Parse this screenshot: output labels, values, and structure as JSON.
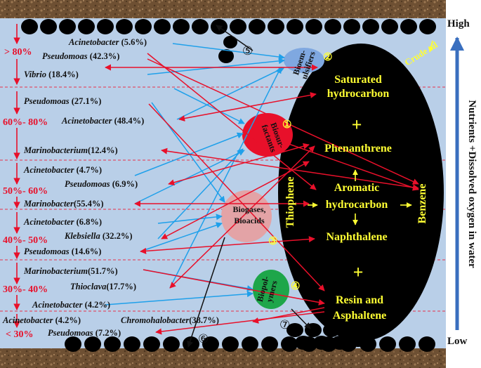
{
  "scale": {
    "high": "High",
    "low": "Low",
    "axis_label": "Nutrients +Dissolved oxygen in water"
  },
  "bands": [
    {
      "label": "> 80%"
    },
    {
      "label": "60%- 80%"
    },
    {
      "label": "50%- 60%"
    },
    {
      "label": "40%- 50%"
    },
    {
      "label": "30%- 40%"
    },
    {
      "label": "< 30%"
    }
  ],
  "organisms": [
    {
      "genus": "Acinetobacter",
      "pct": "(5.6%)"
    },
    {
      "genus": "Pseudomoas",
      "pct": "(42.3%)"
    },
    {
      "genus": "Vibrio",
      "pct": "(18.4%)"
    },
    {
      "genus": "Pseudomoas",
      "pct": "(27.1%)"
    },
    {
      "genus": "Acinetobacter",
      "pct": "(48.4%)"
    },
    {
      "genus": "Marinobacterium",
      "pct": "(12.4%)"
    },
    {
      "genus": "Acinetobacter",
      "pct": "(4.7%)"
    },
    {
      "genus": "Pseudomoas",
      "pct": "(6.9%)"
    },
    {
      "genus": "Marinobacter",
      "pct": "(55.4%)"
    },
    {
      "genus": "Acinetobacter",
      "pct": "(6.8%)"
    },
    {
      "genus": "Klebsiella",
      "pct": "(32.2%)"
    },
    {
      "genus": "Pseudomoas",
      "pct": "(14.6%)"
    },
    {
      "genus": "Marinobacterium",
      "pct": "(51.7%)"
    },
    {
      "genus": "Thioclava",
      "pct": "(17.7%)"
    },
    {
      "genus": "Acinetobacter",
      "pct": "(4.2%)"
    },
    {
      "genus": "Acinetobacter",
      "pct": "(4.2%)"
    },
    {
      "genus": "Chromohalobacter",
      "pct": "(38.7%)"
    },
    {
      "genus": "Pseudomoas",
      "pct": "(7.2%)"
    }
  ],
  "products": {
    "bioemulsifiers": {
      "line1": "Bioem-",
      "line2": "ulsifiers",
      "num": "②"
    },
    "biosurfactants": {
      "line1": "Biosur-",
      "line2": "factants",
      "num": "①"
    },
    "biogases": {
      "line1": "Biogases,",
      "line2": "Bioacids",
      "num": "③"
    },
    "biopolymers": {
      "line1": "Biopol-",
      "line2": "ymers",
      "num": "④"
    }
  },
  "oil": {
    "crude_oil": "Crude oil",
    "saturated": [
      "Saturated",
      "hydrocarbon"
    ],
    "plus": "+",
    "phenanthrene": "Phenanthrene",
    "aromatic": [
      "Aromatic",
      "hydrocarbon"
    ],
    "naphthalene": "Naphthalene",
    "resin": [
      "Resin and",
      "Asphaltene"
    ],
    "thiophene": "Thiophene",
    "benzene": "Benzene"
  },
  "markers": {
    "m5": "⑤",
    "m6": "⑥",
    "m7": "⑦"
  },
  "colors": {
    "water": "#b9cfe8",
    "sediment": "#6e5033",
    "red_arrow": "#e8102a",
    "blue_arrow": "#1fa0ea",
    "yellow": "#ffff33",
    "scale_arrow": "#3a6fbf"
  }
}
